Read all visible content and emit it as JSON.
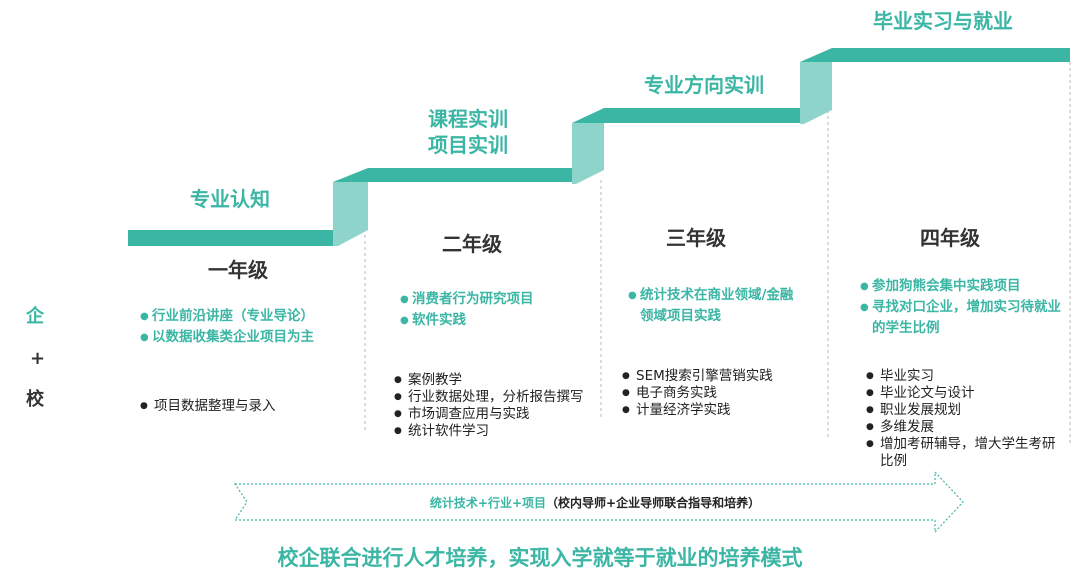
{
  "stages": [
    {
      "title_lines": [
        "专业认知"
      ],
      "grade": "一年级",
      "green_items": [
        "行业前沿讲座（专业导论）",
        "以数据收集类企业项目为主"
      ],
      "black_items": [
        "项目数据整理与录入"
      ]
    },
    {
      "title_lines": [
        "课程实训",
        "项目实训"
      ],
      "grade": "二年级",
      "green_items": [
        "消费者行为研究项目",
        "软件实践"
      ],
      "black_items": [
        "案例教学",
        "行业数据处理，分析报告撰写",
        "市场调查应用与实践",
        "统计软件学习"
      ]
    },
    {
      "title_lines": [
        "专业方向实训"
      ],
      "grade": "三年级",
      "green_items": [
        "统计技术在商业领域/金融领域项目实践"
      ],
      "black_items": [
        "SEM搜索引擎营销实践",
        "电子商务实践",
        "计量经济学实践"
      ]
    },
    {
      "title_lines": [
        "毕业实习与就业"
      ],
      "grade": "四年级",
      "green_items": [
        "参加狗熊会集中实践项目",
        "寻找对口企业，增加实习待就业的学生比例"
      ],
      "black_items": [
        "毕业实习",
        "毕业论文与设计",
        "职业发展规划",
        "多维发展",
        "增加考研辅导，增大学生考研比例"
      ]
    }
  ],
  "side_label": {
    "top": "企",
    "middle": "+",
    "bottom": "校"
  },
  "arrow": {
    "green_text": "统计技术+行业+项目",
    "black_text": "（校内导师+企业导师联合指导和培养）"
  },
  "slogan": "校企联合进行人才培养，实现入学就等于就业的培养模式",
  "colors": {
    "accent": "#3bb6a5",
    "accent_light": "#8fd4ca",
    "text": "#333333"
  }
}
